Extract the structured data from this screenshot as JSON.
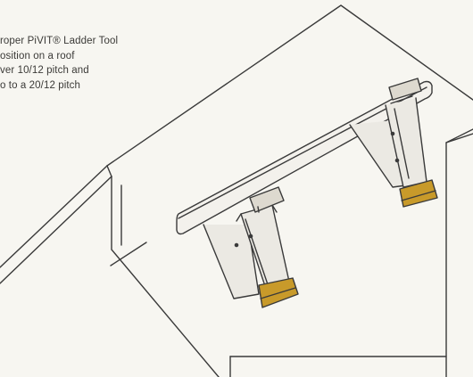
{
  "caption": {
    "lines": [
      "roper PiVIT® Ladder Tool",
      "osition on a roof",
      "ver 10/12 pitch and",
      "o to a 20/12 pitch"
    ]
  },
  "colors": {
    "background": "#f7f6f1",
    "line": "#3a3a3a",
    "tool_metal": "#e8e6e0",
    "foot_pad": "#c89a2a"
  }
}
